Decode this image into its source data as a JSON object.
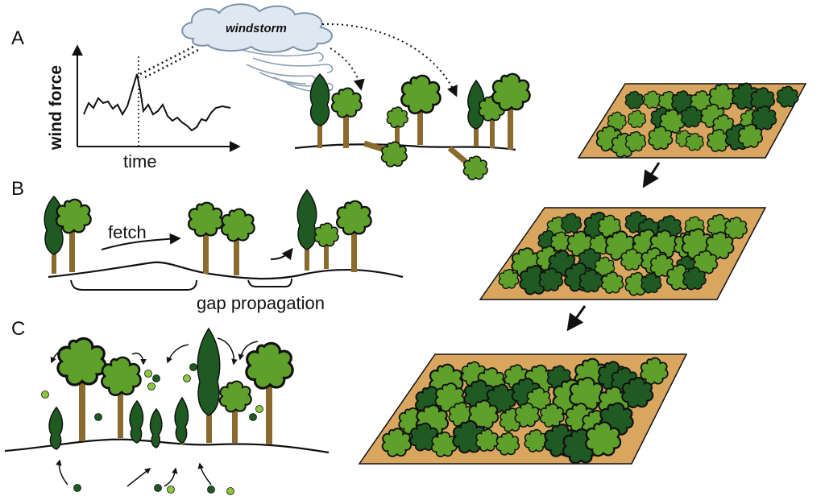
{
  "panels": {
    "a": {
      "letter": "A",
      "y_axis_label": "wind force",
      "x_axis_label": "time",
      "storm_label": "windstorm"
    },
    "b": {
      "letter": "B",
      "fetch_label": "fetch",
      "gap_label": "gap propagation"
    },
    "c": {
      "letter": "C"
    }
  },
  "colors": {
    "tree_light": "#5fa02a",
    "tree_dark": "#1f5a22",
    "trunk": "#8a6a2e",
    "ground_patch": "#d9a660",
    "cloud": "#dfe8f2",
    "seed_light": "#8ec63f",
    "seed_dark": "#1f5a22"
  },
  "icons": [
    "cloud-icon",
    "wind-swirl-icon",
    "broadleaf-tree-icon",
    "conifer-tree-icon",
    "fallen-tree-icon",
    "seed-icon",
    "arrow-icon"
  ]
}
